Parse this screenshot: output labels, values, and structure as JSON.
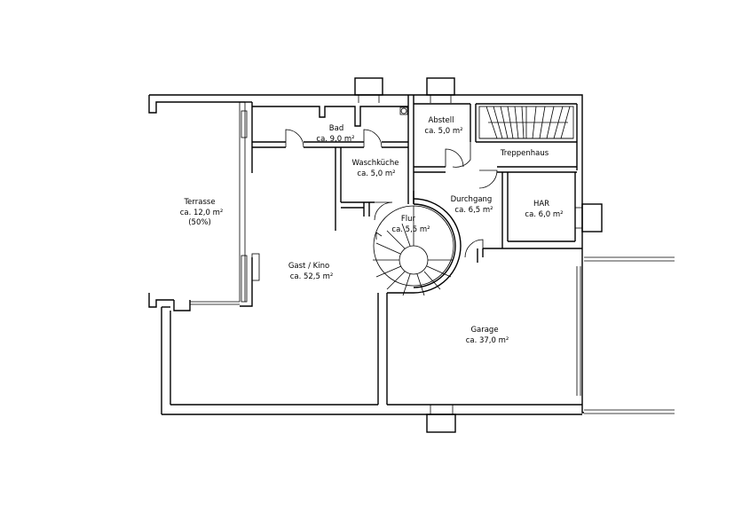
{
  "rooms": {
    "bad": {
      "name": "Bad",
      "area": "ca. 9,0 m²"
    },
    "abstell": {
      "name": "Abstell",
      "area": "ca. 5,0 m²"
    },
    "treppenhaus": {
      "name": "Treppenhaus"
    },
    "waschkueche": {
      "name": "Waschküche",
      "area": "ca. 5,0 m²"
    },
    "terrasse": {
      "name": "Terrasse",
      "area": "ca. 12,0 m²",
      "note": "(50%)"
    },
    "durchgang": {
      "name": "Durchgang",
      "area": "ca. 6,5 m²"
    },
    "har": {
      "name": "HAR",
      "area": "ca. 6,0 m²"
    },
    "flur": {
      "name": "Flur",
      "area": "ca. 5,5 m²"
    },
    "gast_kino": {
      "name": "Gast / Kino",
      "area": "ca. 52,5 m²"
    },
    "garage": {
      "name": "Garage",
      "area": "ca. 37,0 m²"
    }
  },
  "colors": {
    "line": "#000000",
    "background": "#ffffff"
  }
}
